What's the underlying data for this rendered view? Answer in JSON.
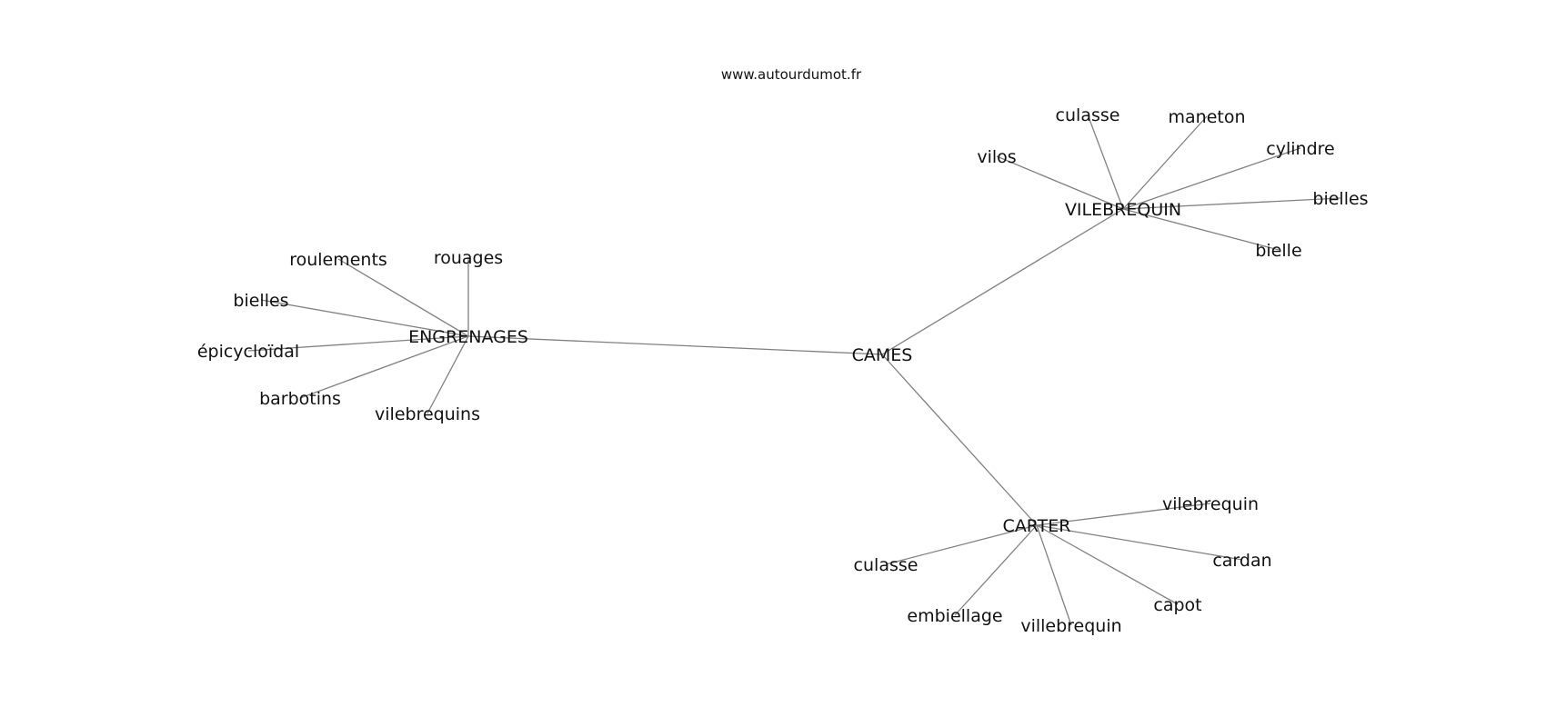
{
  "header": {
    "site": "www.autourdumot.fr"
  },
  "graph": {
    "center": "CAMES",
    "edge_color": "#808080",
    "text_color": "#111111",
    "hubs": [
      {
        "label": "ENGRENAGES",
        "leaves": [
          "rouages",
          "roulements",
          "bielles",
          "épicycloïdal",
          "barbotins",
          "vilebrequins"
        ]
      },
      {
        "label": "VILEBREQUIN",
        "leaves": [
          "culasse",
          "maneton",
          "cylindre",
          "bielles",
          "bielle",
          "vilos"
        ]
      },
      {
        "label": "CARTER",
        "leaves": [
          "vilebrequin",
          "cardan",
          "capot",
          "villebrequin",
          "embiellage",
          "culasse"
        ]
      }
    ]
  }
}
